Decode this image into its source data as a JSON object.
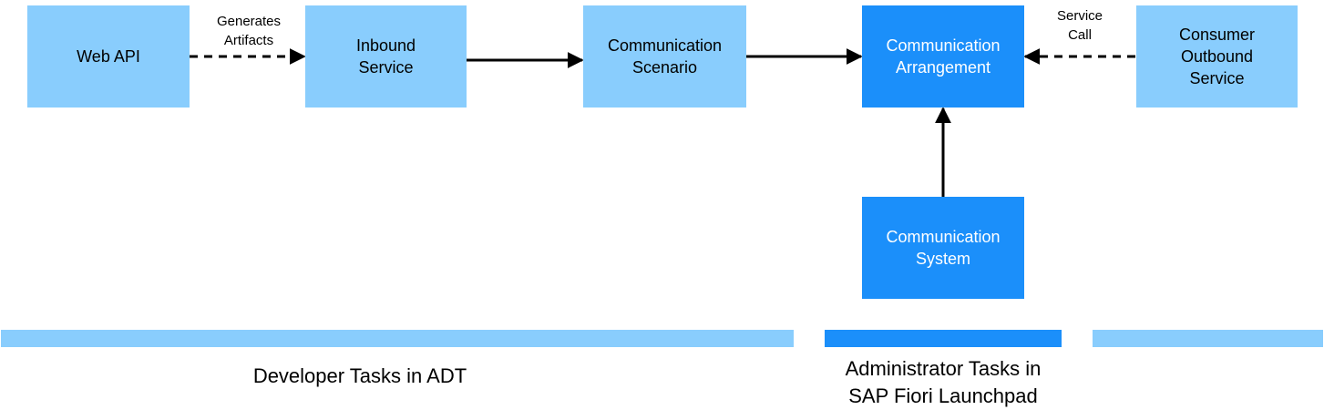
{
  "colors": {
    "light_box": "#89cdfd",
    "dark_box": "#1b8ffa",
    "line": "#000000"
  },
  "nodes": {
    "web_api": "Web API",
    "inbound_service": "Inbound\nService",
    "communication_scenario": "Communication\nScenario",
    "communication_arrangement": "Communication\nArrangement",
    "consumer_outbound_service": "Consumer\nOutbound\nService",
    "communication_system": "Communication\nSystem"
  },
  "edges": {
    "generates_artifacts": "Generates\nArtifacts",
    "service_call": "Service\nCall"
  },
  "lanes": {
    "developer": "Developer Tasks in ADT",
    "administrator": "Administrator Tasks in\nSAP Fiori Launchpad"
  }
}
